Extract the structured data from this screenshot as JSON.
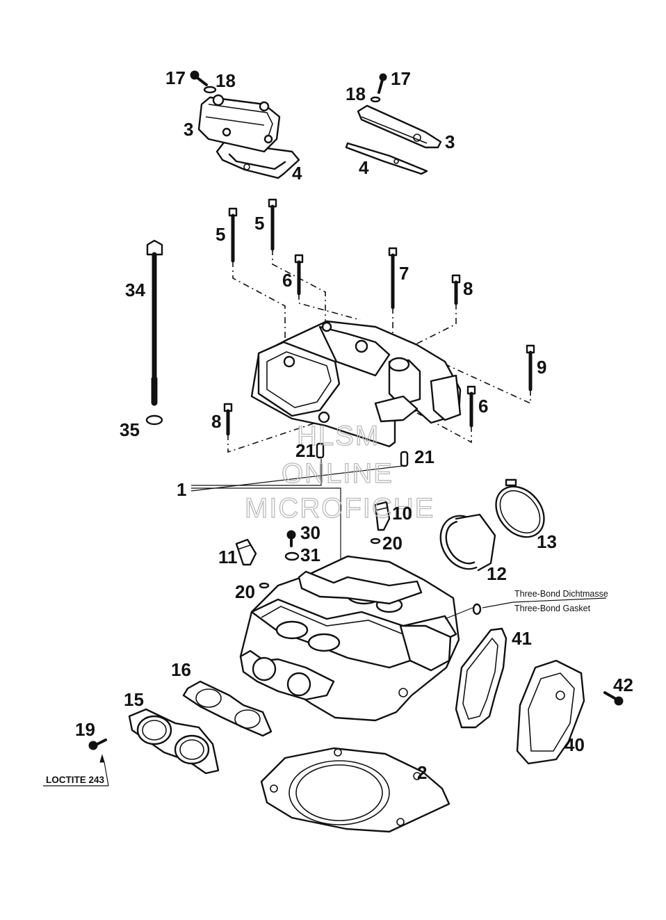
{
  "callouts": [
    {
      "id": "17a",
      "label": "17"
    },
    {
      "id": "18a",
      "label": "18"
    },
    {
      "id": "3a",
      "label": "3"
    },
    {
      "id": "4a",
      "label": "4"
    },
    {
      "id": "17b",
      "label": "17"
    },
    {
      "id": "18b",
      "label": "18"
    },
    {
      "id": "3b",
      "label": "3"
    },
    {
      "id": "4b",
      "label": "4"
    },
    {
      "id": "5a",
      "label": "5"
    },
    {
      "id": "5b",
      "label": "5"
    },
    {
      "id": "6a",
      "label": "6"
    },
    {
      "id": "7",
      "label": "7"
    },
    {
      "id": "8a",
      "label": "8"
    },
    {
      "id": "34",
      "label": "34"
    },
    {
      "id": "9",
      "label": "9"
    },
    {
      "id": "6b",
      "label": "6"
    },
    {
      "id": "8b",
      "label": "8"
    },
    {
      "id": "35",
      "label": "35"
    },
    {
      "id": "21a",
      "label": "21"
    },
    {
      "id": "21b",
      "label": "21"
    },
    {
      "id": "1",
      "label": "1"
    },
    {
      "id": "10",
      "label": "10"
    },
    {
      "id": "13",
      "label": "13"
    },
    {
      "id": "30",
      "label": "30"
    },
    {
      "id": "20a",
      "label": "20"
    },
    {
      "id": "11",
      "label": "11"
    },
    {
      "id": "31",
      "label": "31"
    },
    {
      "id": "12",
      "label": "12"
    },
    {
      "id": "20b",
      "label": "20"
    },
    {
      "id": "41",
      "label": "41"
    },
    {
      "id": "16",
      "label": "16"
    },
    {
      "id": "15",
      "label": "15"
    },
    {
      "id": "42",
      "label": "42"
    },
    {
      "id": "19",
      "label": "19"
    },
    {
      "id": "40",
      "label": "40"
    },
    {
      "id": "2",
      "label": "2"
    }
  ],
  "notes": {
    "sealant_de": "Three-Bond Dichtmasse",
    "sealant_en": "Three-Bond Gasket",
    "loctite": "LOCTITE 243"
  },
  "watermark": [
    "HLSM",
    "ONLINE",
    "MICROFICHE"
  ]
}
